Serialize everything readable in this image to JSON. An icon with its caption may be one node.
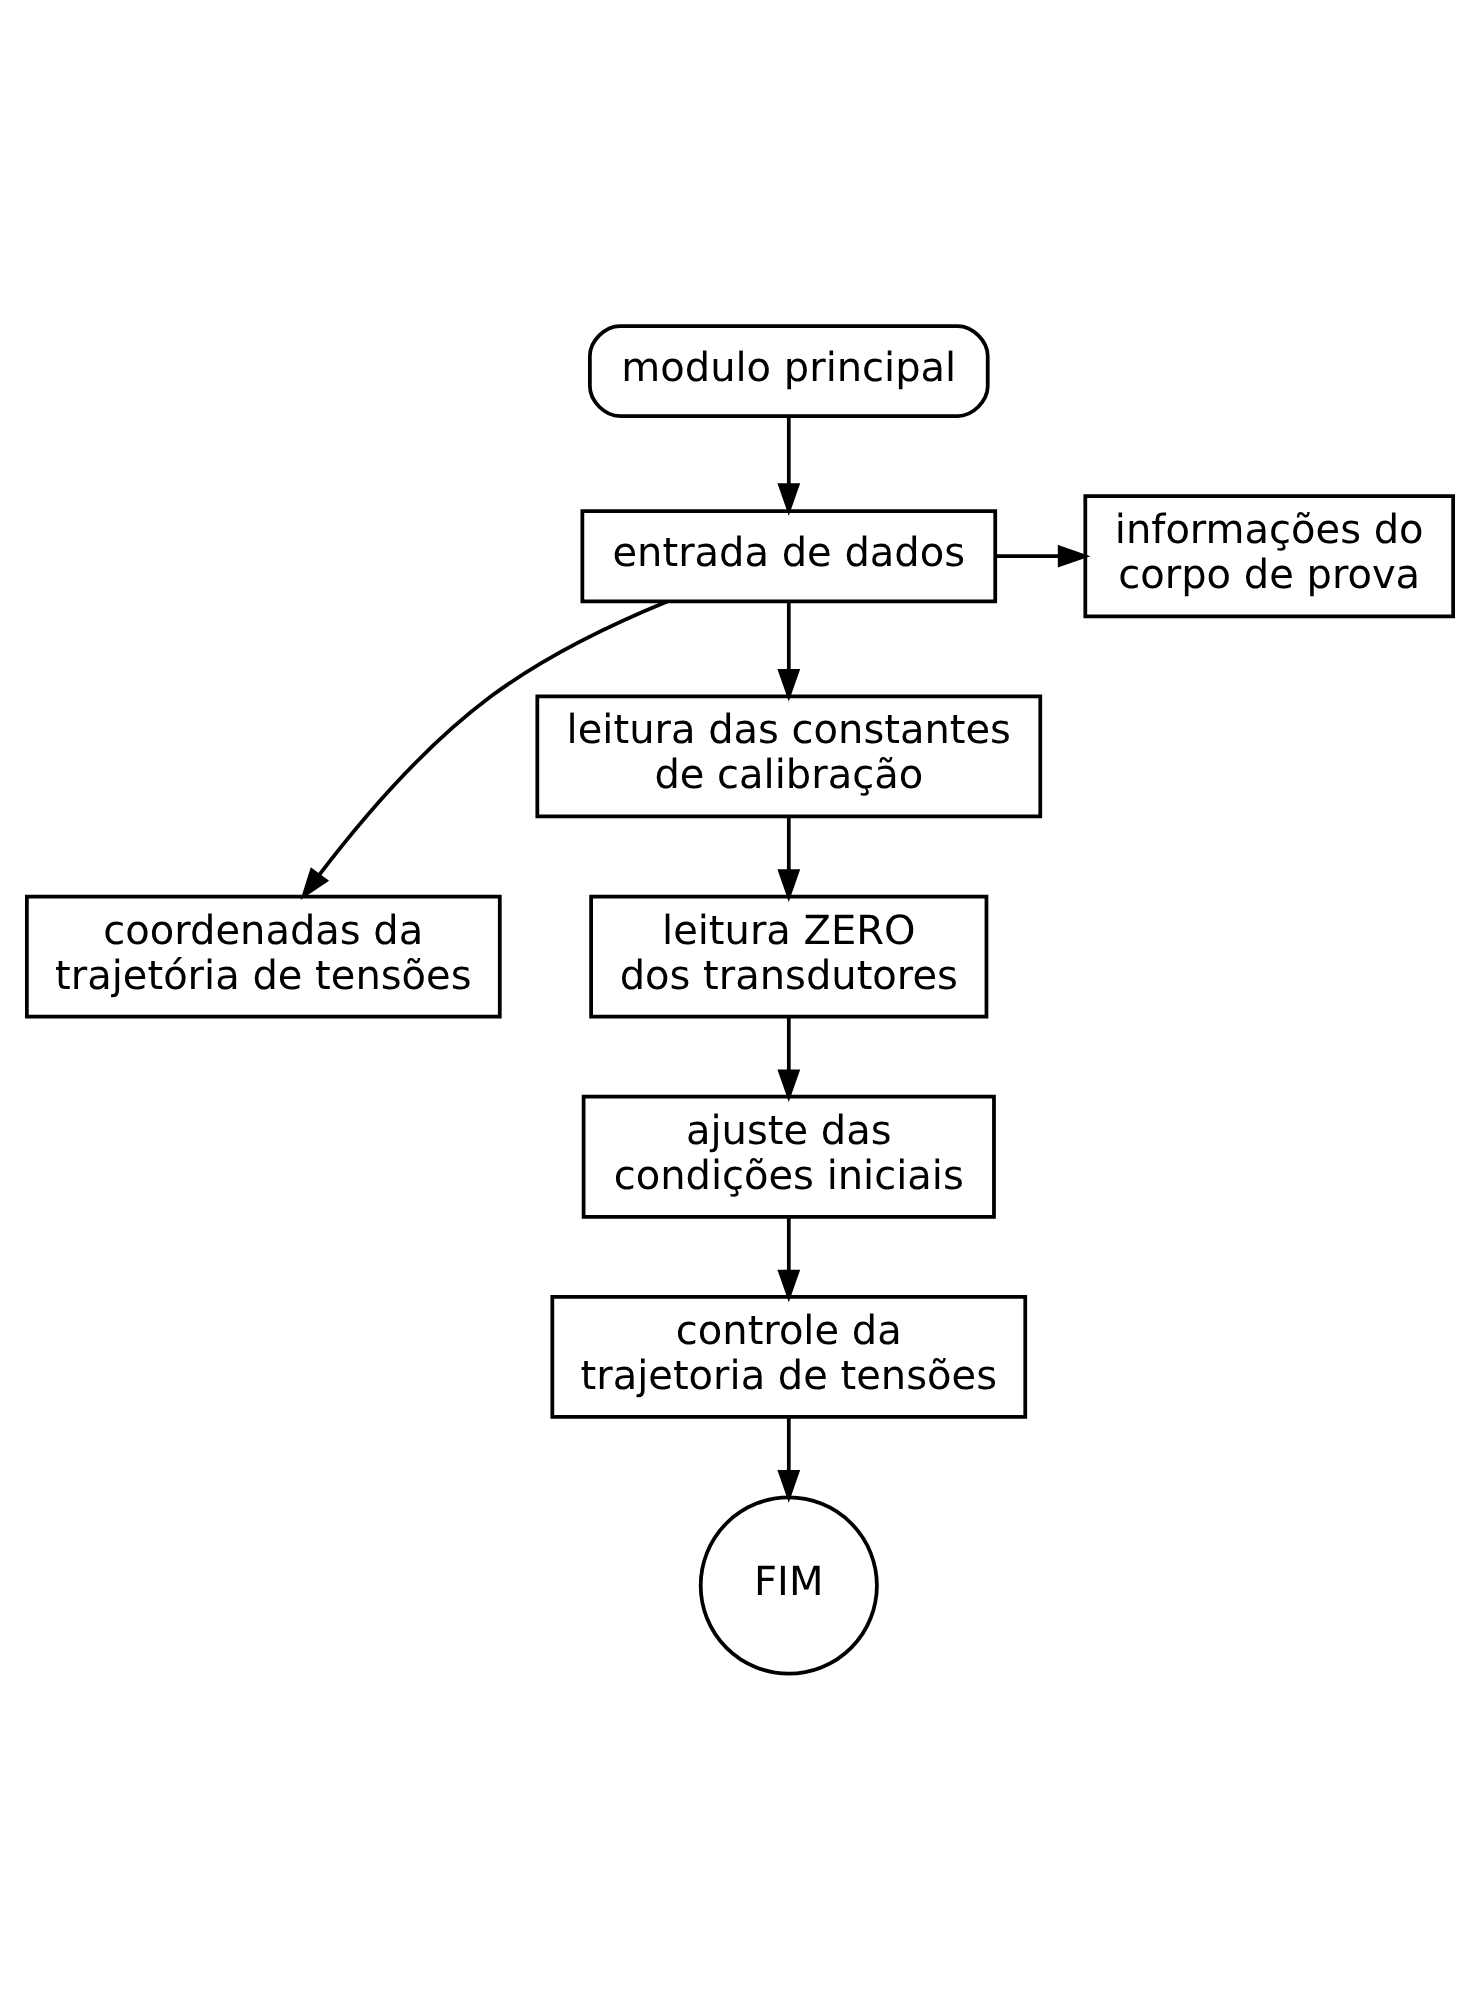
{
  "diagram": {
    "nodes": [
      {
        "text": [
          "modulo principal"
        ]
      },
      {
        "text": [
          "entrada de dados"
        ]
      },
      {
        "text": [
          "informações do corpo de prova"
        ]
      },
      {
        "text": [
          "coordenadas da trajetória de tensões"
        ]
      },
      {
        "text": [
          "leitura das constantes de calibração"
        ]
      },
      {
        "text": [
          "leitura ZERO dos transdutores"
        ]
      },
      {
        "text": [
          "ajuste das condições iniciais"
        ]
      },
      {
        "text": [
          "controle da trajetoria de tensões"
        ]
      },
      {
        "text": [
          "FIM"
        ]
      }
    ],
    "edges": [
      {
        "from": 0,
        "to": 1,
        "arrow": "to"
      },
      {
        "from": 1,
        "to": 2,
        "arrow": "to"
      },
      {
        "from": 1,
        "to": 3,
        "arrow": "to"
      },
      {
        "from": 1,
        "to": 4,
        "arrow": "to"
      },
      {
        "from": 4,
        "to": 5,
        "arrow": "to"
      },
      {
        "from": 5,
        "to": 6,
        "arrow": "to"
      },
      {
        "from": 6,
        "to": 7,
        "arrow": "to"
      },
      {
        "from": 7,
        "to": 8,
        "arrow": "to"
      }
    ]
  }
}
